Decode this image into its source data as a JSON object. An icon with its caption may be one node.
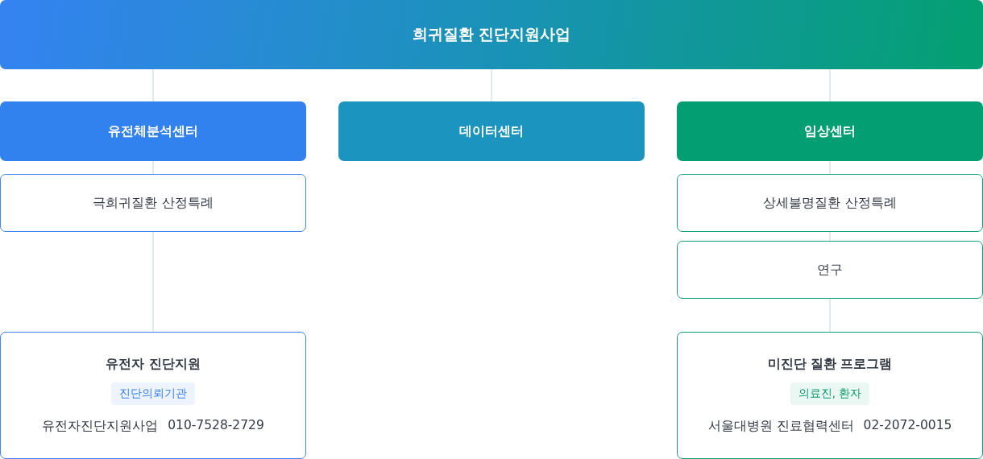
{
  "diagram": {
    "nodes": [
      {
        "text": [
          "희귀질환 진단지원사업"
        ]
      },
      {
        "text": [
          "유전체분석센터"
        ]
      },
      {
        "text": [
          "데이터센터"
        ]
      },
      {
        "text": [
          "임상센터"
        ]
      },
      {
        "text": [
          "극희귀질환 산정특례"
        ]
      },
      {
        "text": [
          "유전자 진단지원",
          "진단의뢰기관",
          "유전자진단지원사업",
          "010-7528-2729"
        ]
      },
      {
        "text": [
          "상세불명질환 산정특례"
        ]
      },
      {
        "text": [
          "연구"
        ]
      },
      {
        "text": [
          "미진단 질환 프로그램",
          "의료진, 환자",
          "서울대병원 진료협력센터",
          "02-2072-0015"
        ]
      }
    ],
    "edges": [
      {
        "from": 0,
        "to": 1,
        "arrow": "none"
      },
      {
        "from": 0,
        "to": 2,
        "arrow": "none"
      },
      {
        "from": 0,
        "to": 3,
        "arrow": "none"
      },
      {
        "from": 1,
        "to": 4,
        "arrow": "none"
      },
      {
        "from": 4,
        "to": 5,
        "arrow": "none"
      },
      {
        "from": 3,
        "to": 6,
        "arrow": "none"
      },
      {
        "from": 6,
        "to": 7,
        "arrow": "none"
      },
      {
        "from": 7,
        "to": 8,
        "arrow": "none"
      }
    ]
  }
}
